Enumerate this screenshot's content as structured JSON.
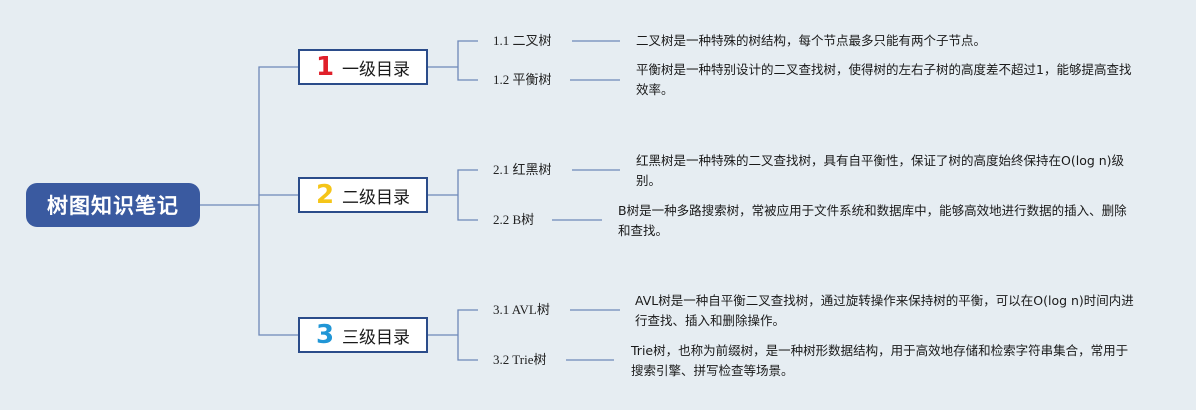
{
  "root": {
    "label": "树图知识笔记"
  },
  "branches": [
    {
      "number": "1",
      "number_color": "#e0202a",
      "label": "一级目录",
      "children": [
        {
          "label": "1.1 二叉树",
          "desc": "二叉树是一种特殊的树结构，每个节点最多只能有两个子节点。"
        },
        {
          "label": "1.2 平衡树",
          "desc": "平衡树是一种特别设计的二叉查找树，使得树的左右子树的高度差不超过1，能够提高查找效率。"
        }
      ]
    },
    {
      "number": "2",
      "number_color": "#f5c518",
      "label": "二级目录",
      "children": [
        {
          "label": "2.1 红黑树",
          "desc": "红黑树是一种特殊的二叉查找树，具有自平衡性，保证了树的高度始终保持在O(log n)级别。"
        },
        {
          "label": "2.2 B树",
          "desc": "B树是一种多路搜索树，常被应用于文件系统和数据库中，能够高效地进行数据的插入、删除和查找。"
        }
      ]
    },
    {
      "number": "3",
      "number_color": "#2196d6",
      "label": "三级目录",
      "children": [
        {
          "label": "3.1 AVL树",
          "desc": "AVL树是一种自平衡二叉查找树，通过旋转操作来保持树的平衡，可以在O(log n)时间内进行查找、插入和删除操作。"
        },
        {
          "label": "3.2 Trie树",
          "desc": "Trie树，也称为前缀树，是一种树形数据结构，用于高效地存储和检索字符串集合，常用于搜索引擎、拼写检查等场景。"
        }
      ]
    }
  ]
}
